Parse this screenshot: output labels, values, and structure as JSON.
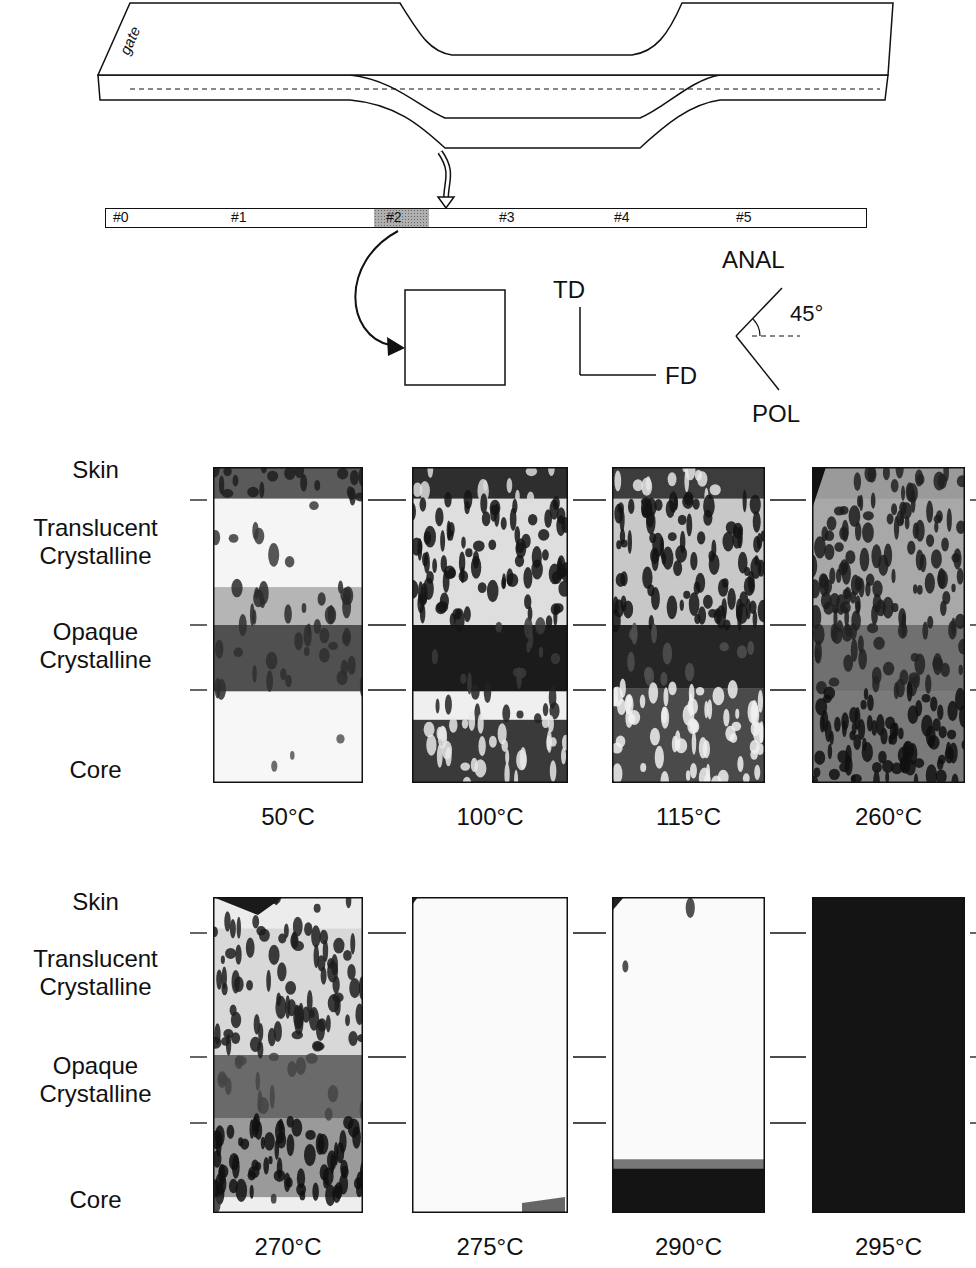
{
  "diagram": {
    "nodes": [
      {
        "text": [
          "gate"
        ]
      },
      {
        "text": [
          "#0",
          "#1",
          "#2",
          "#3",
          "#4",
          "#5"
        ]
      },
      {
        "text": [
          "50°C"
        ]
      },
      {
        "text": [
          "100°C"
        ]
      },
      {
        "text": [
          "115°C"
        ]
      },
      {
        "text": [
          "260°C"
        ]
      },
      {
        "text": [
          "270°C"
        ]
      },
      {
        "text": [
          "275°C"
        ]
      },
      {
        "text": [
          "290°C"
        ]
      },
      {
        "text": [
          "295°C"
        ]
      }
    ],
    "edges": [
      {
        "from": 0,
        "to": 1,
        "arrow": "to"
      }
    ],
    "labels": [
      "TD",
      "FD",
      "ANAL",
      "45°",
      "POL",
      "Skin",
      "Translucent Crystalline",
      "Opaque Crystalline",
      "Core",
      "Skin",
      "Translucent Crystalline",
      "Opaque Crystalline",
      "Core"
    ]
  }
}
